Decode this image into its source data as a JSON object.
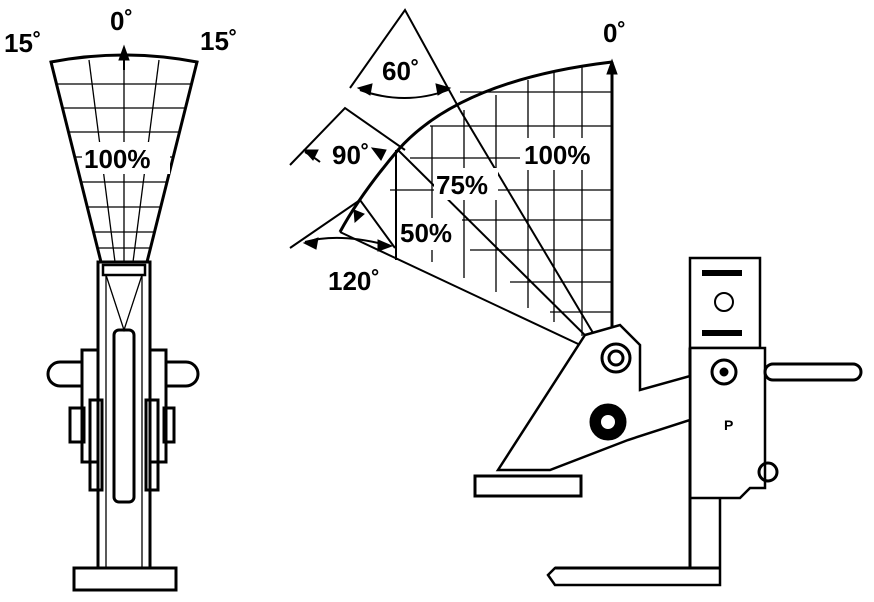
{
  "front_view": {
    "angle_center": "0˚",
    "angle_left": "15˚",
    "angle_right": "15˚",
    "capacity": "100%"
  },
  "side_view": {
    "angle_zero": "0˚",
    "angle_60": "60˚",
    "angle_90": "90˚",
    "angle_120": "120˚",
    "capacity_100": "100%",
    "capacity_75": "75%",
    "capacity_50": "50%",
    "body_mark": "P"
  }
}
